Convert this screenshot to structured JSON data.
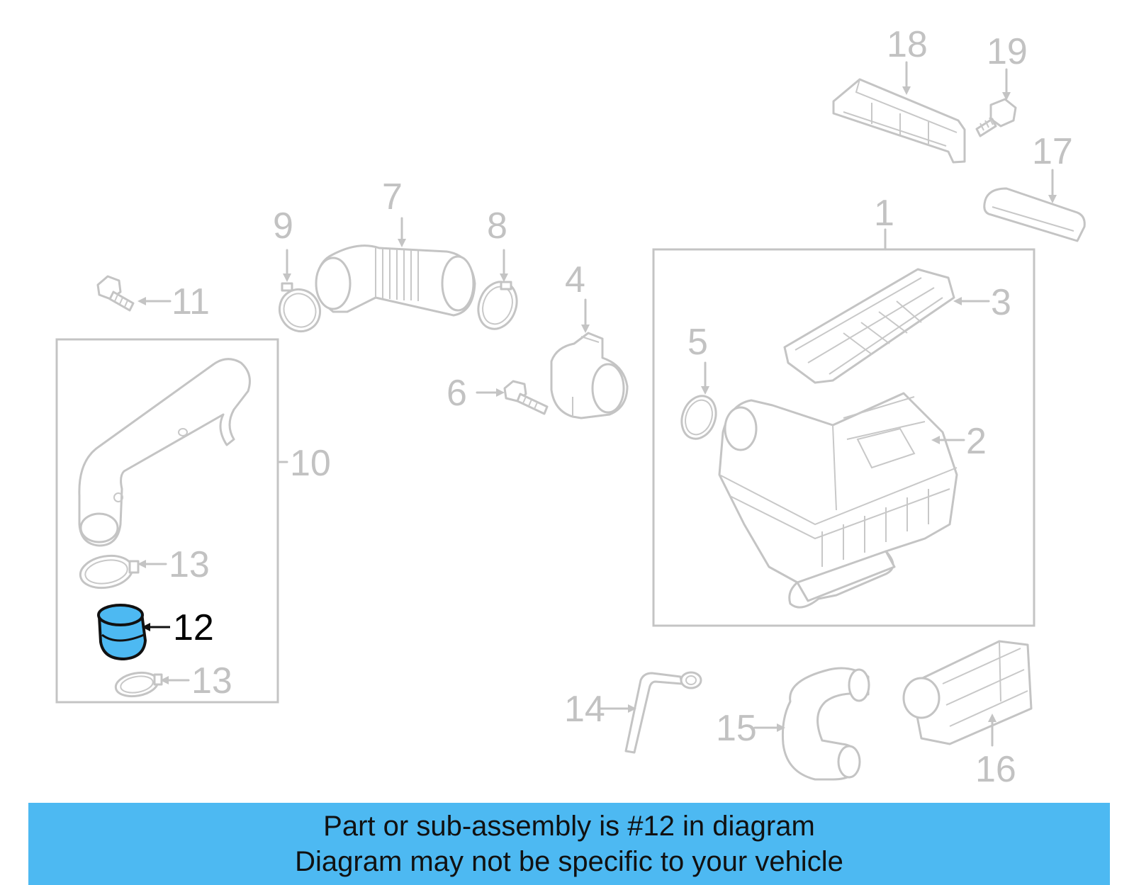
{
  "callouts": {
    "c1": "1",
    "c2": "2",
    "c3": "3",
    "c4": "4",
    "c5": "5",
    "c6": "6",
    "c7": "7",
    "c8": "8",
    "c9": "9",
    "c10": "10",
    "c11": "11",
    "c12": "12",
    "c13a": "13",
    "c13b": "13",
    "c14": "14",
    "c15": "15",
    "c16": "16",
    "c17": "17",
    "c18": "18",
    "c19": "19"
  },
  "highlighted_part": "12",
  "colors": {
    "highlight_fill": "#4db9f2",
    "banner_background": "#4db9f2",
    "part_lines": "#c4c4c4"
  },
  "banner": {
    "line1": "Part or sub-assembly is #12 in diagram",
    "line2": "Diagram may not be specific to your vehicle"
  }
}
